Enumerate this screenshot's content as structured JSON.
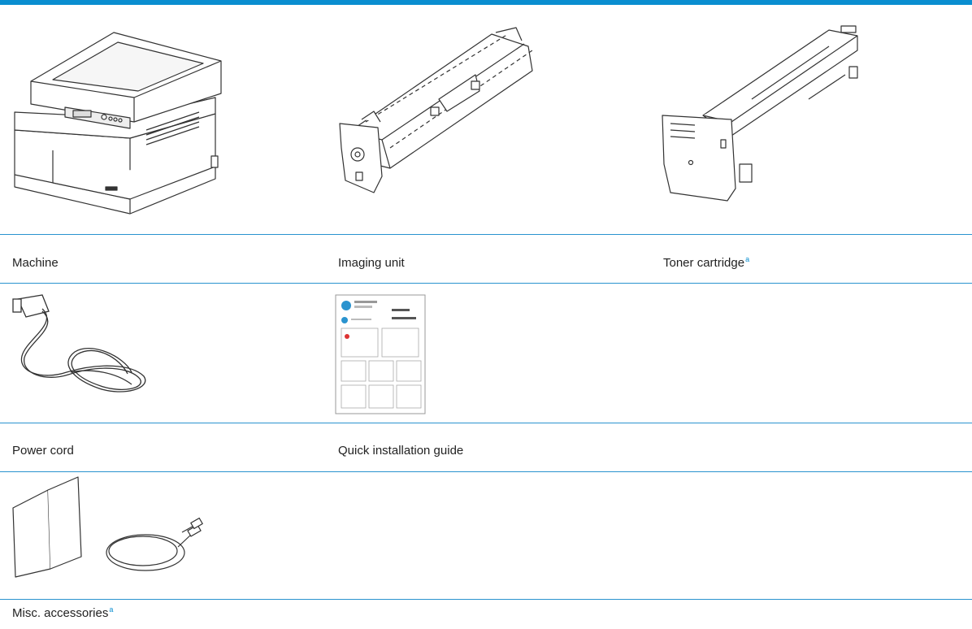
{
  "rows": [
    {
      "items": [
        {
          "label": "Machine",
          "footnote": "",
          "icon": "printer-icon"
        },
        {
          "label": "Imaging unit",
          "footnote": "",
          "icon": "imaging-unit-icon"
        },
        {
          "label": "Toner cartridge",
          "footnote": "a",
          "icon": "toner-cartridge-icon"
        }
      ]
    },
    {
      "items": [
        {
          "label": "Power cord",
          "footnote": "",
          "icon": "power-cord-icon"
        },
        {
          "label": "Quick installation guide",
          "footnote": "",
          "icon": "installation-guide-icon"
        }
      ]
    },
    {
      "items": [
        {
          "label": "Misc. accessories",
          "footnote": "a",
          "icon": "accessories-icon"
        }
      ]
    }
  ],
  "colors": {
    "accent": "#0a8ed0",
    "rule": "#2a93cf",
    "text": "#222222"
  }
}
